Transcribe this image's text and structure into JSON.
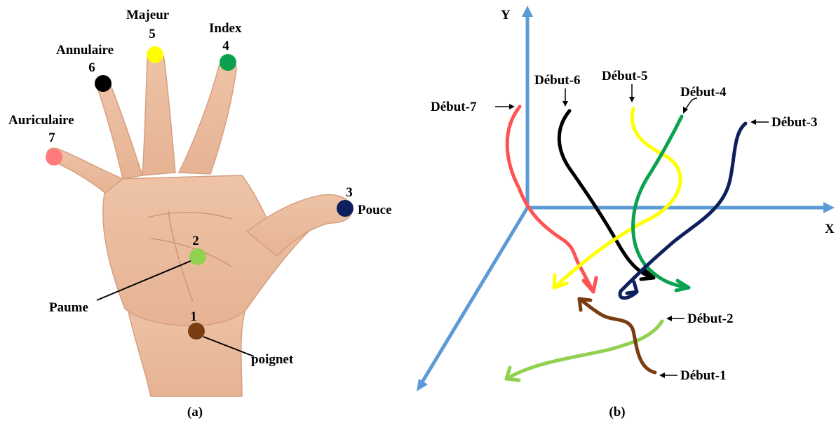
{
  "panel_a": {
    "caption": "(a)",
    "points": [
      {
        "num": "1",
        "name": "poignet",
        "color": "#7a3d12"
      },
      {
        "num": "2",
        "name": "Paume",
        "color": "#92d050"
      },
      {
        "num": "3",
        "name": "Pouce",
        "color": "#0d1f5c"
      },
      {
        "num": "4",
        "name": "Index",
        "color": "#0aa24f"
      },
      {
        "num": "5",
        "name": "Majeur",
        "color": "#ffff00"
      },
      {
        "num": "6",
        "name": "Annulaire",
        "color": "#000000"
      },
      {
        "num": "7",
        "name": "Auriculaire",
        "color": "#ff7a7a"
      }
    ]
  },
  "panel_b": {
    "caption": "(b)",
    "axis_color": "#5b9bd5",
    "axes": {
      "x": "X",
      "y": "Y"
    },
    "trajectories": [
      {
        "label": "Début-1",
        "color": "#7a3d12"
      },
      {
        "label": "Début-2",
        "color": "#92d050"
      },
      {
        "label": "Début-3",
        "color": "#0d1f5c"
      },
      {
        "label": "Début-4",
        "color": "#0aa24f"
      },
      {
        "label": "Début-5",
        "color": "#ffff00"
      },
      {
        "label": "Début-6",
        "color": "#000000"
      },
      {
        "label": "Début-7",
        "color": "#ff5252"
      }
    ]
  }
}
